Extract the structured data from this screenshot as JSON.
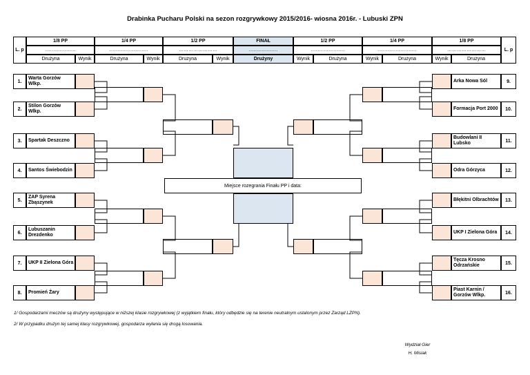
{
  "title": "Drabinka Pucharu Polski na sezon rozgrywkowy 2015/2016- wiosna 2016r. - Lubuski ZPN",
  "header": {
    "lp": "L. p",
    "lp_right": "L. p",
    "rounds": [
      "1/8 PP",
      "1/4 PP",
      "1/2 PP",
      "FINAŁ",
      "1/2 PP",
      "1/4 PP",
      "1/8 PP"
    ],
    "dates": [
      "……………….",
      "……………………",
      "……………………",
      "………………",
      "…………………",
      "……………………",
      "……………………"
    ],
    "druzyna": "Drużyna",
    "druzyny": "Drużyny",
    "wynik": "Wynik"
  },
  "left_teams": [
    {
      "num": "1.",
      "name": "Warta Gorzów Wlkp."
    },
    {
      "num": "2.",
      "name": "Stilon Gorzów Wlkp."
    },
    {
      "num": "3.",
      "name": "Spartak Deszczno"
    },
    {
      "num": "4.",
      "name": "Santos Świebodzin"
    },
    {
      "num": "5.",
      "name": "ZAP Syrena Zbąszynek"
    },
    {
      "num": "6.",
      "name": "Lubuszanin Drezdenko"
    },
    {
      "num": "7.",
      "name": "UKP II Zielona Góra"
    },
    {
      "num": "8.",
      "name": "Promień Żary"
    }
  ],
  "right_teams": [
    {
      "num": "9.",
      "name": "Arka Nowa Sól"
    },
    {
      "num": "10.",
      "name": "Formacja Port 2000"
    },
    {
      "num": "11.",
      "name": "Budowlani II Lubsko"
    },
    {
      "num": "12.",
      "name": "Odra Górzyca"
    },
    {
      "num": "13.",
      "name": "Błękitni Olbrachtów"
    },
    {
      "num": "14.",
      "name": "UKP I Zielona Góra"
    },
    {
      "num": "15.",
      "name": "Tęcza Krosno Odrzańskie"
    },
    {
      "num": "16.",
      "name": "Piast Karnin / Gorzów Wlkp."
    }
  ],
  "final_location_label": "Miejsce rozegrania Finału PP i data:",
  "notes": [
    "1/ Gospodarzami meczów są drużyny występujące w niższej klasie rozgrywkowej (z wyjątkiem finału, który odbędzie się na terenie neutralnym ustalonym przez Zarząd LZPN).",
    "2/ W przypadku drużyn tej samej klasy rozgrywkowej, gospodarza wyłania się drogą losowania."
  ],
  "signature": {
    "line1": "Wydział Gier",
    "line2": "H. Misiak"
  }
}
